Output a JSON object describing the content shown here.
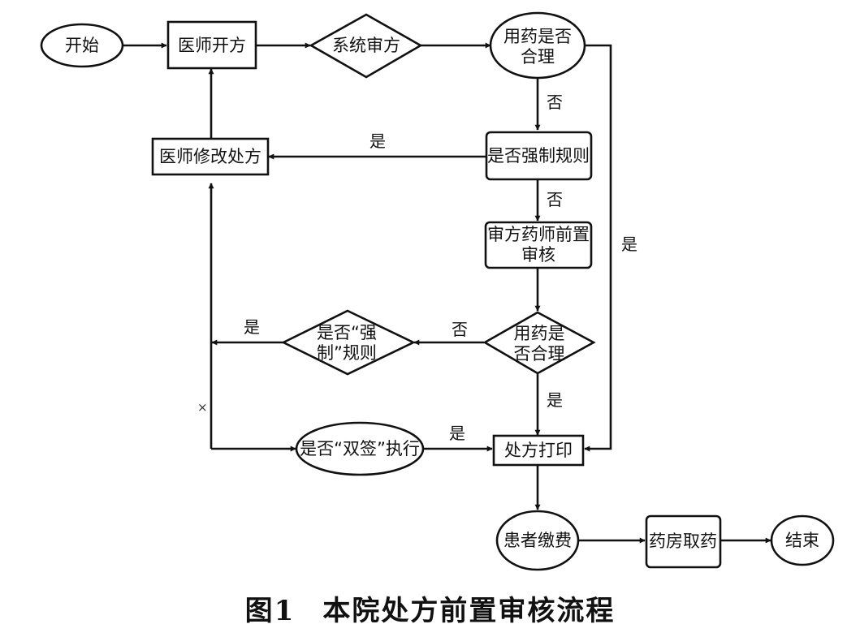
{
  "nodes": {
    "start": "开始",
    "doctor_prescribe": "医师开方",
    "system_review": "系统审方",
    "rational_1": [
      "用药是否",
      "合理"
    ],
    "forced_rule_1": "是否强制规则",
    "doctor_modify": "医师修改处方",
    "pharmacist_review": [
      "审方药师前置",
      "审核"
    ],
    "rational_2": [
      "用药是",
      "否合理"
    ],
    "forced_rule_2": [
      "是否“强",
      "制”规则"
    ],
    "double_sign": "是否“双签”执行",
    "print": "处方打印",
    "payment": "患者缴费",
    "pharmacy": "药房取药",
    "end": "结束"
  },
  "edge_labels": {
    "yes": "是",
    "no": "否",
    "cross": "×"
  },
  "caption": {
    "figure": "图1",
    "title": "本院处方前置审核流程"
  }
}
